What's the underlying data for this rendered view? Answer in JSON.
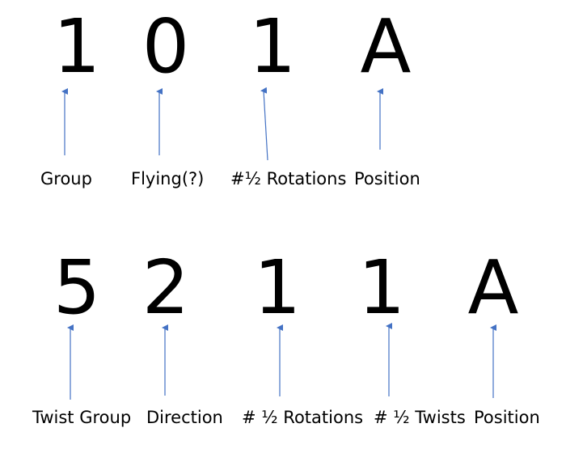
{
  "arrow_color": "#4472c4",
  "rows": [
    {
      "characters": [
        "1",
        "0",
        "1",
        "A"
      ],
      "labels": [
        "Group",
        "Flying(?)",
        "#½ Rotations",
        "Position"
      ]
    },
    {
      "characters": [
        "5",
        "2",
        "1",
        "1",
        "A"
      ],
      "labels": [
        "Twist Group",
        "Direction",
        "# ½ Rotations",
        "# ½ Twists",
        "Position"
      ]
    }
  ]
}
